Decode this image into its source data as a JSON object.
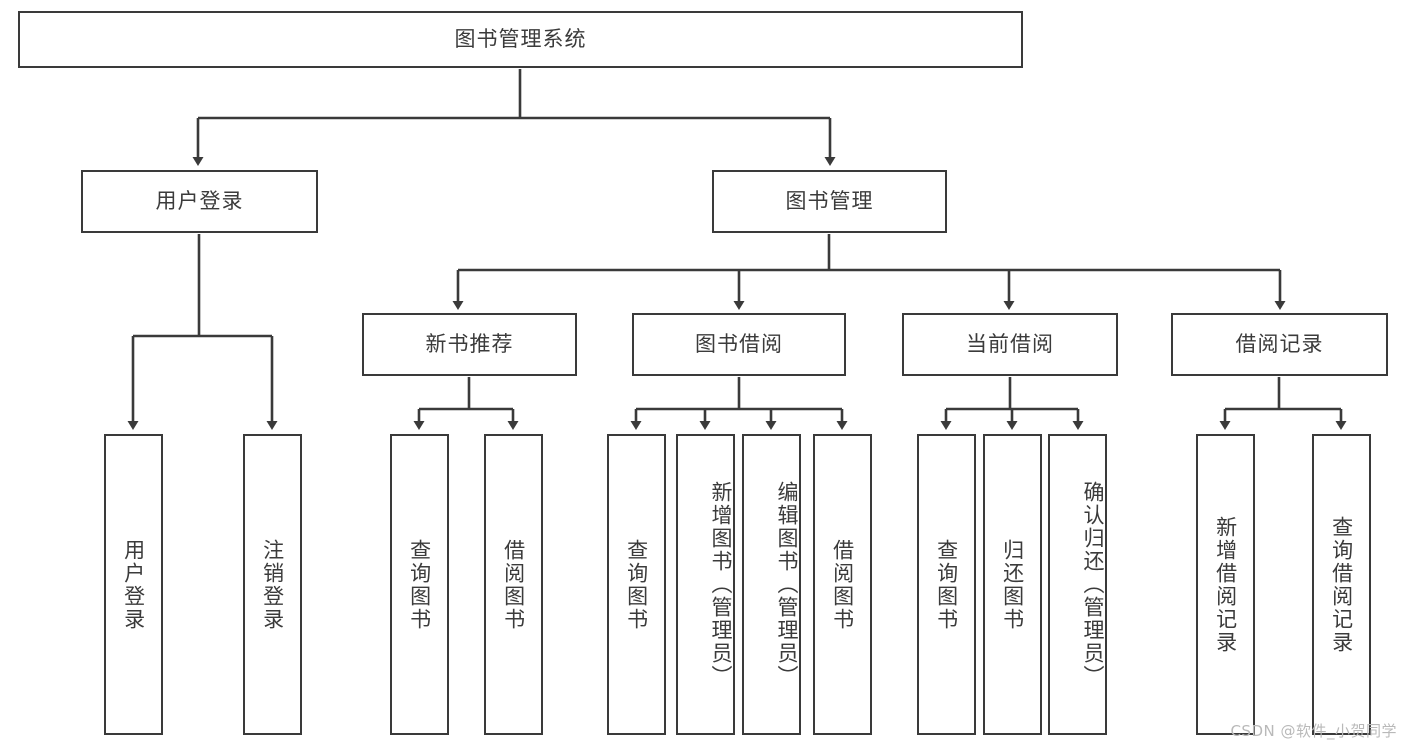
{
  "diagram": {
    "title_node": {
      "label": "图书管理系统"
    },
    "level2": [
      {
        "id": "user-login",
        "label": "用户登录"
      },
      {
        "id": "book-management",
        "label": "图书管理"
      }
    ],
    "level3": [
      {
        "id": "new-book-recommend",
        "label": "新书推荐"
      },
      {
        "id": "book-borrow",
        "label": "图书借阅"
      },
      {
        "id": "current-borrow",
        "label": "当前借阅"
      },
      {
        "id": "borrow-record",
        "label": "借阅记录"
      }
    ],
    "leaves": {
      "user_login": [
        {
          "id": "leaf-user-login",
          "label": "用户登录"
        },
        {
          "id": "leaf-logout-login",
          "label": "注销登录"
        }
      ],
      "new_book_recommend": [
        {
          "id": "leaf-query-book-1",
          "label": "查询图书"
        },
        {
          "id": "leaf-borrow-book-1",
          "label": "借阅图书"
        }
      ],
      "book_borrow": [
        {
          "id": "leaf-query-book-2",
          "label": "查询图书"
        },
        {
          "id": "leaf-add-book",
          "label": "新增图书（管理员）"
        },
        {
          "id": "leaf-edit-book",
          "label": "编辑图书（管理员）"
        },
        {
          "id": "leaf-borrow-book-2",
          "label": "借阅图书"
        }
      ],
      "current_borrow": [
        {
          "id": "leaf-query-book-3",
          "label": "查询图书"
        },
        {
          "id": "leaf-return-book",
          "label": "归还图书"
        },
        {
          "id": "leaf-confirm-return",
          "label": "确认归还（管理员）"
        }
      ],
      "borrow_record": [
        {
          "id": "leaf-add-record",
          "label": "新增借阅记录"
        },
        {
          "id": "leaf-query-record",
          "label": "查询借阅记录"
        }
      ]
    }
  },
  "watermark": {
    "text": "CSDN @软件_小贺同学"
  },
  "colors": {
    "border": "#3a3a3a",
    "text": "#3b3b3b",
    "background": "#ffffff",
    "watermark": "#b9b9b9"
  }
}
